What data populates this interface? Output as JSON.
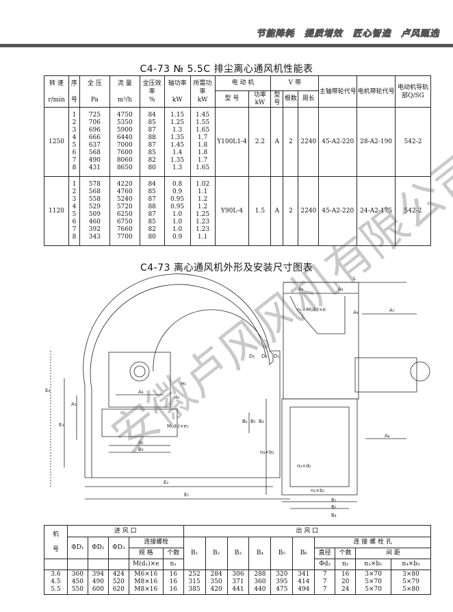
{
  "header": {
    "slogans": [
      "节能降耗",
      "提质增效",
      "匠心智造",
      "卢风甄选"
    ]
  },
  "performance": {
    "title": "C4-73 № 5.5C 排尘离心通风机性能表",
    "headers": {
      "speed": "转 速",
      "speed_unit": "r/min",
      "seq": "序",
      "seq2": "号",
      "pressure": "全 压",
      "pressure_unit": "Pa",
      "flow": "流 量",
      "flow_unit": "m³/h",
      "eff": "全压效率",
      "eff_unit": "%",
      "shaft_power": "轴功率",
      "shaft_power_unit": "kW",
      "req_power": "所需功率",
      "req_power_unit": "kW",
      "motor": "电 动 机",
      "motor_model": "型 号",
      "motor_power": "功率 kW",
      "vbelt": "V 带",
      "belt_type": "型号",
      "belt_count": "根数",
      "belt_len": "周长",
      "spindle": "主轴带轮代号",
      "motor_pulley": "电机带轮代号",
      "guide": "电动机导轨部Q/SG"
    },
    "groups": [
      {
        "speed": "1250",
        "seq": "1\n2\n3\n4\n5\n6\n7\n8",
        "pressure": "725\n706\n696\n666\n637\n568\n490\n431",
        "flow": "4750\n5350\n5900\n6440\n7000\n7600\n8060\n8650",
        "eff": "84\n85\n87\n88\n87\n85\n82\n80",
        "shaft": "1.15\n1.25\n1.3\n1.35\n1.45\n1.4\n1.35\n1.3",
        "req": "1.45\n1.55\n1.65\n1.7\n1.8\n1.8\n1.7\n1.65",
        "motor_model": "Y100L1-4",
        "motor_power": "2.2",
        "belt_type": "A",
        "belt_count": "2",
        "belt_len": "2240",
        "spindle": "45-A2-220",
        "motor_pulley": "28-A2-190",
        "guide": "542-2"
      },
      {
        "speed": "1120",
        "seq": "1\n2\n3\n4\n5\n6\n7\n8",
        "pressure": "578\n568\n558\n529\n509\n460\n392\n343",
        "flow": "4220\n4760\n5240\n5720\n6250\n6750\n7660\n7700",
        "eff": "84\n85\n87\n88\n87\n85\n82\n80",
        "shaft": "0.8\n0.9\n0.95\n0.95\n1.0\n1.0\n1.0\n0.9",
        "req": "1.02\n1.1\n1.2\n1.2\n1.25\n1.23\n1.23\n1.1",
        "motor_model": "Y90L-4",
        "motor_power": "1.5",
        "belt_type": "A",
        "belt_count": "2",
        "belt_len": "2240",
        "spindle": "45-A2-220",
        "motor_pulley": "24-A2-175",
        "guide": "542-2"
      }
    ]
  },
  "drawing": {
    "title": "C4-73 离心通风机外形及安装尺寸图表",
    "labels": {
      "A1": "A₁",
      "A2": "A₂",
      "A3": "A₃",
      "A4": "A₄",
      "A5": "A₅",
      "A6": "A₆",
      "A7": "A₇",
      "A8": "A₈",
      "B0": "B₀",
      "B1": "B₁",
      "B2": "B₂",
      "B3": "B₃",
      "B4": "B₄",
      "B5": "B₅",
      "B6": "B₆",
      "D1": "D₁",
      "D2": "D₂",
      "D3": "D₃",
      "E1": "E₁",
      "E2": "E₂",
      "E3": "E₃",
      "E4": "E₄",
      "H1": "H₁",
      "H2": "H₂",
      "L": "L",
      "n1": "n₁×M(d₁)×e",
      "n2": "n₂×d₂",
      "n3": "n₃×b₁",
      "n4": "n₄×b₂",
      "ds": "M(d₅)×e₁"
    }
  },
  "watermark": "安徽卢风风机有限公司",
  "install": {
    "h_no": "机\n\n号",
    "inlet": "进 风 口",
    "outlet": "出 风 口",
    "d1": "ΦD₁",
    "d2": "ΦD₂",
    "d3": "ΦD₃",
    "bolt": "连接螺栓",
    "spec": "规 格",
    "count": "个数",
    "spec_sym": "M(d₁)×e",
    "count_sym": "n₁",
    "b1": "B₁",
    "b2": "B₂",
    "b3": "B₃",
    "b4": "B₄",
    "b5": "B₅",
    "b6": "B₆",
    "conn": "连 接 螺 栓 孔",
    "dia": "直径",
    "cnt": "个数",
    "pitch": "间 距",
    "dia_sym": "Φd₂",
    "cnt_sym": "n₂",
    "p1_sym": "n₃×b₁",
    "p2_sym": "n₄×b₂",
    "rows": [
      [
        "3.6\n4.5\n5.5",
        "360\n450\n550",
        "394\n490\n600",
        "424\n520\n620",
        "M6×16\nM8×16\nM8×16",
        "16\n16\n16",
        "252\n315\n385",
        "284\n350\n420",
        "306\n371\n441",
        "288\n360\n440",
        "320\n395\n475",
        "341\n414\n494",
        "7\n7\n7",
        "16\n20\n24",
        "3×70\n5×70\n5×70",
        "3×80\n5×79\n5×80"
      ]
    ]
  }
}
